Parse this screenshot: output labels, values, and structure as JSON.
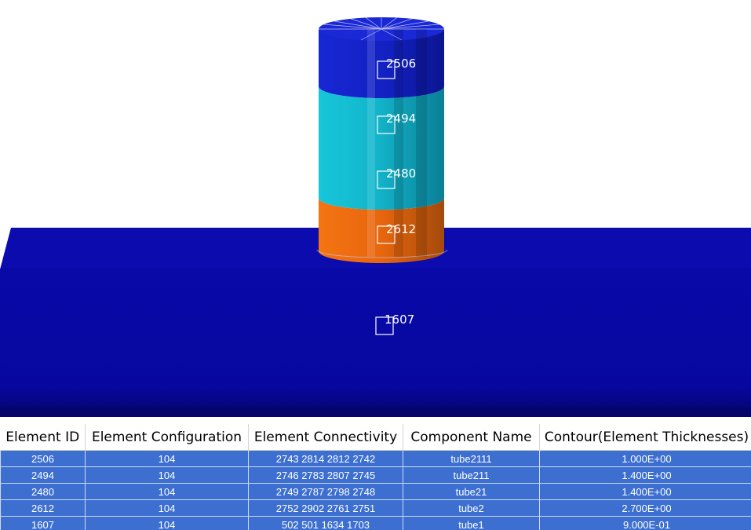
{
  "viewport": {
    "element_labels": {
      "e2506": "2506",
      "e2494": "2494",
      "e2480": "2480",
      "e2612": "2612",
      "e1607": "1607"
    },
    "colors": {
      "tube2111": "#1321c6",
      "tube211": "#15bdd2",
      "tube21": "#15bdd2",
      "tube2": "#ef6a10",
      "tube1": "#0a0aa5",
      "label": "#ffffff"
    }
  },
  "table": {
    "headers": {
      "element_id": "Element ID",
      "element_configuration": "Element Configuration",
      "element_connectivity": "Element Connectivity",
      "component_name": "Component Name",
      "contour": "Contour(Element Thicknesses)"
    },
    "rows": [
      {
        "id": "2506",
        "config": "104",
        "connectivity": "2743 2814 2812 2742",
        "component": "tube2111",
        "contour": "1.000E+00"
      },
      {
        "id": "2494",
        "config": "104",
        "connectivity": "2746 2783 2807 2745",
        "component": "tube211",
        "contour": "1.400E+00"
      },
      {
        "id": "2480",
        "config": "104",
        "connectivity": "2749 2787 2798 2748",
        "component": "tube21",
        "contour": "1.400E+00"
      },
      {
        "id": "2612",
        "config": "104",
        "connectivity": "2752 2902 2761 2751",
        "component": "tube2",
        "contour": "2.700E+00"
      },
      {
        "id": "1607",
        "config": "104",
        "connectivity": "502 501 1634 1703",
        "component": "tube1",
        "contour": "9.000E-01"
      }
    ],
    "colors": {
      "row_background": "#3d6fd0",
      "row_text": "#ffffff",
      "header_background": "#ffffff"
    }
  }
}
